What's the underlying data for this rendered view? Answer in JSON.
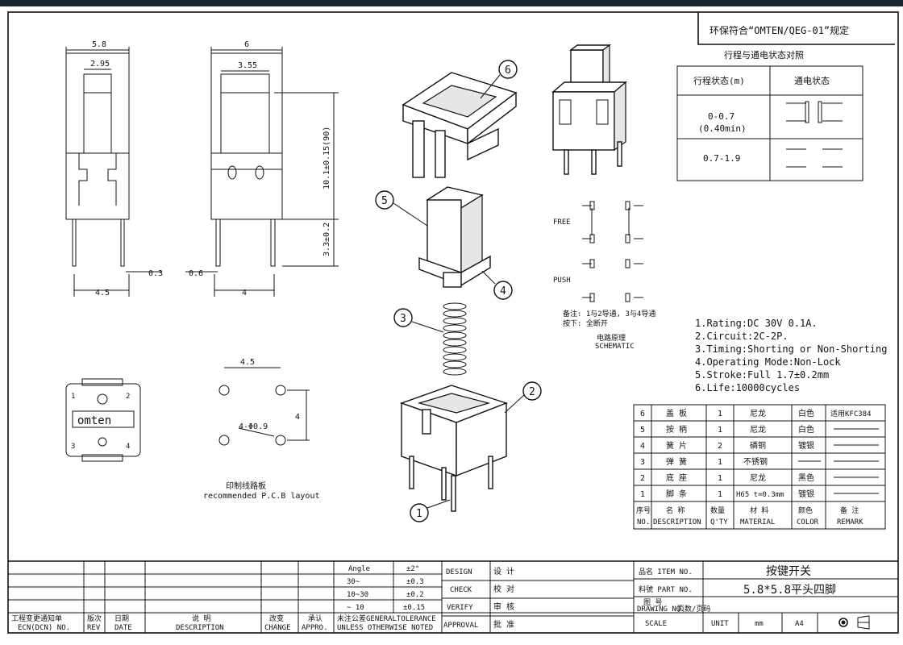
{
  "header": {
    "compliance": "环保符合“OMTEN/QEG-01”规定"
  },
  "stroke_table": {
    "title": "行程与通电状态对照",
    "col1": "行程状态(m)",
    "col2": "通电状态",
    "row1_a": "0-0.7",
    "row1_b": "(0.40min)",
    "row2": "0.7-1.9"
  },
  "dims": {
    "w58": "5.8",
    "w295": "2.95",
    "w6": "6",
    "w355": "3.55",
    "h101": "10.1±0.15(90)",
    "h33": "3.3±0.2",
    "d03": "0.3",
    "d06": "0.6",
    "d45": "4.5",
    "d4": "4",
    "pcb45": "4.5",
    "pcb4": "4",
    "pcbhole": "4-Φ0.9"
  },
  "pcb": {
    "title": "印制线路板",
    "subtitle": "recommended P.C.B layout"
  },
  "front_view": {
    "logo": "omten",
    "p1": "1",
    "p2": "2",
    "p3": "3",
    "p4": "4"
  },
  "schematic": {
    "free": "FREE",
    "push": "PUSH",
    "note1": "备注: 1与2导通, 3与4导通",
    "note2": "按下: 全断开",
    "title": "电路原理",
    "subtitle": "SCHEMATIC"
  },
  "callouts": [
    "1",
    "2",
    "3",
    "4",
    "5",
    "6"
  ],
  "specs": [
    "1.Rating:DC 30V 0.1A.",
    "2.Circuit:2C-2P.",
    "3.Timing:Shorting or Non-Shorting",
    "4.Operating Mode:Non-Lock",
    "5.Stroke:Full 1.7±0.2mm",
    "6.Life:10000cycles"
  ],
  "bom": {
    "rows": [
      {
        "no": "6",
        "name": "盖 板",
        "qty": "1",
        "material": "尼龙",
        "color": "白色",
        "remark": "适用KFC384"
      },
      {
        "no": "5",
        "name": "按 柄",
        "qty": "1",
        "material": "尼龙",
        "color": "白色",
        "remark": ""
      },
      {
        "no": "4",
        "name": "簧 片",
        "qty": "2",
        "material": "磷铜",
        "color": "镀银",
        "remark": ""
      },
      {
        "no": "3",
        "name": "弹 簧",
        "qty": "1",
        "material": "不锈钢",
        "color": "",
        "remark": ""
      },
      {
        "no": "2",
        "name": "底 座",
        "qty": "1",
        "material": "尼龙",
        "color": "黑色",
        "remark": ""
      },
      {
        "no": "1",
        "name": "脚 条",
        "qty": "1",
        "material": "H65 t=0.3mm",
        "color": "镀银",
        "remark": ""
      }
    ],
    "header": {
      "no_cn": "序号",
      "no_en": "NO.",
      "name_cn": "名 称",
      "name_en": "DESCRIPTION",
      "qty_cn": "数量",
      "qty_en": "Q'TY",
      "mat_cn": "材 料",
      "mat_en": "MATERIAL",
      "color_cn": "颜色",
      "color_en": "COLOR",
      "remark_cn": "备 注",
      "remark_en": "REMARK"
    }
  },
  "title_block": {
    "ecn_cn": "工程变更通知单",
    "ecn_en": "ECN(DCN) NO.",
    "rev_cn": "版次",
    "rev_en": "REV",
    "date_cn": "日期",
    "date_en": "DATE",
    "desc_cn": "说 明",
    "desc_en": "DESCRIPTION",
    "change_cn": "改变",
    "change_en": "CHANGE",
    "appro_cn": "承认",
    "appro_en": "APPRO.",
    "tol_angle": "Angle",
    "tol_angle_v": "±2°",
    "tol_r1": "30~",
    "tol_r1v": "±0.3",
    "tol_r2": "10~30",
    "tol_r2v": "±0.2",
    "tol_r3": "~ 10",
    "tol_r3v": "±0.15",
    "tol_note_cn": "未注公差GENERALTOLERANCE",
    "tol_note_en": "UNLESS OTHERWISE NOTED",
    "design_en": "DESIGN",
    "design_cn": "设 计",
    "check_en": "CHECK",
    "check_cn": "校 对",
    "verify_en": "VERIFY",
    "verify_cn": "审 核",
    "approval_en": "APPROVAL",
    "approval_cn": "批 准",
    "item_label": "品名 ITEM NO.",
    "item_value": "按键开关",
    "part_label": "料號 PART NO.",
    "part_value": "5.8*5.8平头四脚",
    "drawing_label": "图 号",
    "drawing_en": "DRAWING NO.",
    "drawing_sub": "页数/页码",
    "scale_label": "SCALE",
    "unit_label": "UNIT",
    "unit_value": "mm",
    "size_value": "A4"
  }
}
